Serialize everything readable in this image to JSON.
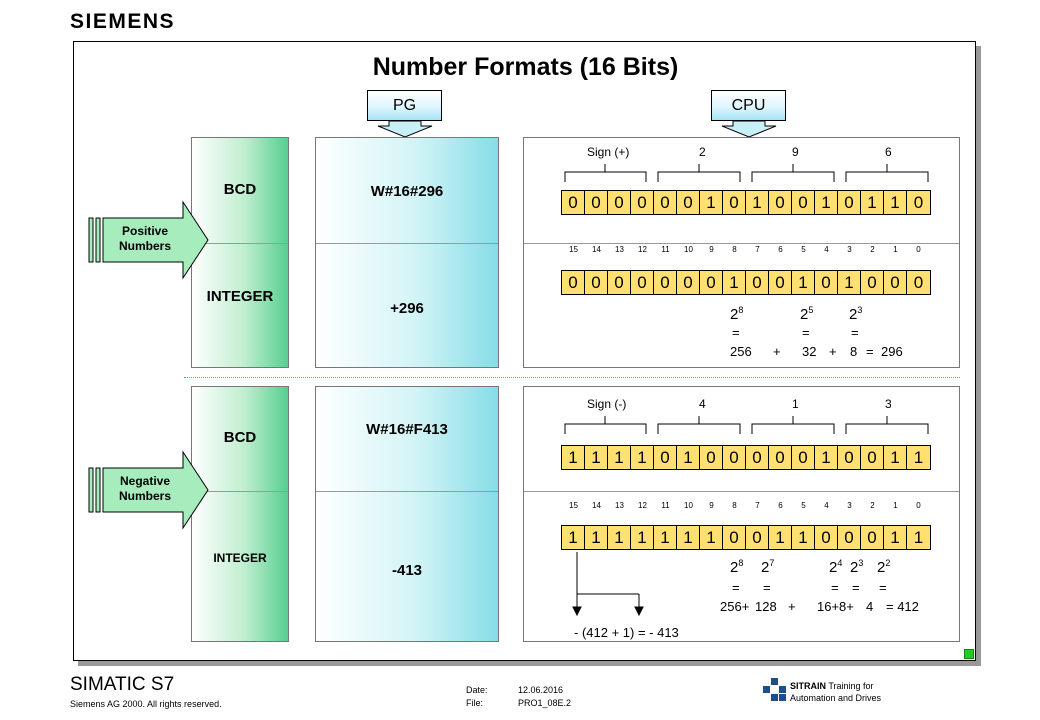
{
  "brand": "SIEMENS",
  "title": "Number Formats (16 Bits)",
  "labels": {
    "pg": "PG",
    "cpu": "CPU"
  },
  "sides": {
    "positive": "Positive Numbers",
    "negative": "Negative Numbers",
    "positive_l1": "Positive",
    "positive_l2": "Numbers",
    "negative_l1": "Negative",
    "negative_l2": "Numbers"
  },
  "top": {
    "bcd_label": "BCD",
    "int_label": "INTEGER",
    "hex_value": "W#16#296",
    "int_value": "+296",
    "sign": "Sign (+)",
    "digits": [
      "2",
      "9",
      "6"
    ],
    "bcd_bits": [
      "0",
      "0",
      "0",
      "0",
      "0",
      "0",
      "1",
      "0",
      "1",
      "0",
      "0",
      "1",
      "0",
      "1",
      "1",
      "0"
    ],
    "int_bits": [
      "0",
      "0",
      "0",
      "0",
      "0",
      "0",
      "0",
      "1",
      "0",
      "0",
      "1",
      "0",
      "1",
      "0",
      "0",
      "0"
    ],
    "bit_index": [
      "15",
      "14",
      "13",
      "12",
      "11",
      "10",
      "9",
      "8",
      "7",
      "6",
      "5",
      "4",
      "3",
      "2",
      "1",
      "0"
    ],
    "powers": [
      {
        "b": "2",
        "e": "8"
      },
      {
        "b": "2",
        "e": "5"
      },
      {
        "b": "2",
        "e": "3"
      }
    ],
    "eq": "=",
    "sum": [
      "256",
      "+",
      "32",
      "+",
      "8",
      "=",
      "296"
    ]
  },
  "bottom": {
    "bcd_label": "BCD",
    "int_label": "INTEGER",
    "hex_value": "W#16#F413",
    "int_value": "-413",
    "sign": "Sign (-)",
    "digits": [
      "4",
      "1",
      "3"
    ],
    "bcd_bits": [
      "1",
      "1",
      "1",
      "1",
      "0",
      "1",
      "0",
      "0",
      "0",
      "0",
      "0",
      "1",
      "0",
      "0",
      "1",
      "1"
    ],
    "int_bits": [
      "1",
      "1",
      "1",
      "1",
      "1",
      "1",
      "1",
      "0",
      "0",
      "1",
      "1",
      "0",
      "0",
      "0",
      "1",
      "1"
    ],
    "bit_index": [
      "15",
      "14",
      "13",
      "12",
      "11",
      "10",
      "9",
      "8",
      "7",
      "6",
      "5",
      "4",
      "3",
      "2",
      "1",
      "0"
    ],
    "powers": [
      {
        "b": "2",
        "e": "8"
      },
      {
        "b": "2",
        "e": "7"
      },
      {
        "b": "2",
        "e": "4"
      },
      {
        "b": "2",
        "e": "3"
      },
      {
        "b": "2",
        "e": "2"
      }
    ],
    "eq": "=",
    "sum": [
      "256+",
      "128",
      "+",
      "16+8+",
      "4",
      "= 412"
    ],
    "complement": "- (412 + 1) = - 413"
  },
  "footer": {
    "product": "SIMATIC S7",
    "copyright": "Siemens AG 2000. All rights reserved.",
    "date_label": "Date:",
    "date_value": "12.06.2016",
    "file_label": "File:",
    "file_value": "PRO1_08E.2",
    "sitrain": "SITRAIN",
    "training1": "Training for",
    "training2": "Automation and Drives"
  },
  "colors": {
    "bits": "#ffe070",
    "green": "#57cf8f",
    "cyan": "#86dde7",
    "corner": "#22cc22"
  }
}
